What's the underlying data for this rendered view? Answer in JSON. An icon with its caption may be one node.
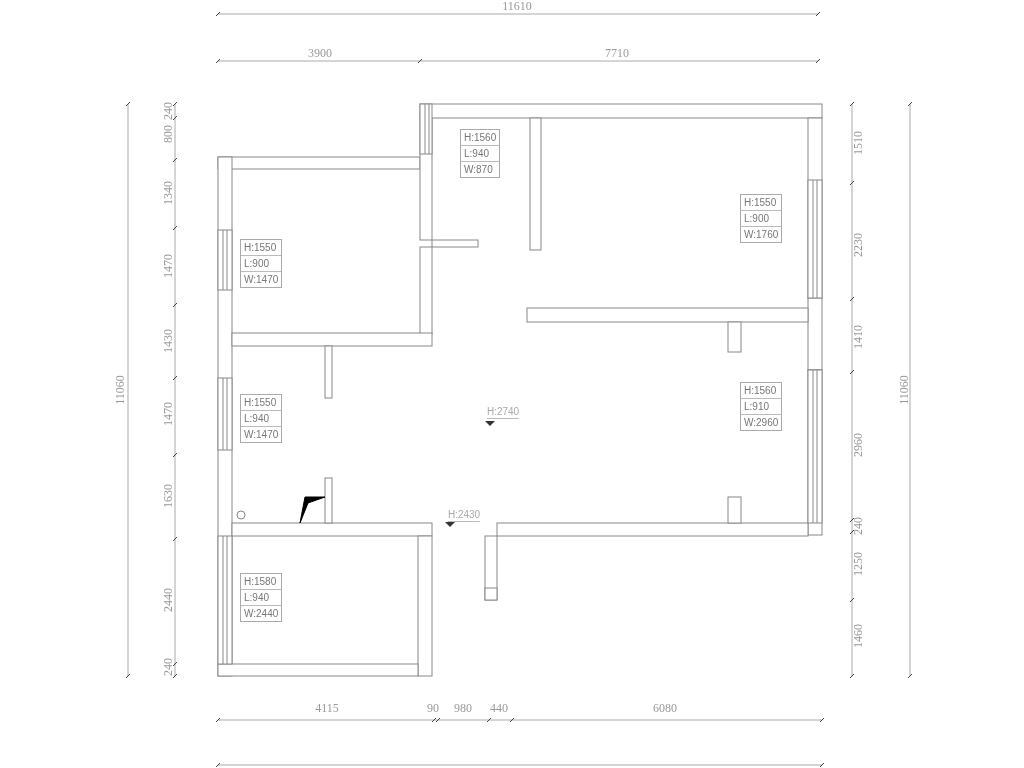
{
  "diagram": {
    "nodes": [
      {
        "text": [
          "H:1560",
          "L:940",
          "W:870"
        ]
      },
      {
        "text": [
          "H:1550",
          "L:900",
          "W:1760"
        ]
      },
      {
        "text": [
          "H:1550",
          "L:900",
          "W:1470"
        ]
      },
      {
        "text": [
          "H:1560",
          "L:910",
          "W:2960"
        ]
      },
      {
        "text": [
          "H:1550",
          "L:940",
          "W:1470"
        ]
      },
      {
        "text": [
          "H:1580",
          "L:940",
          "W:2440"
        ]
      }
    ],
    "labels": [
      "11610",
      "3900",
      "7710",
      "240",
      "800",
      "1340",
      "1470",
      "1430",
      "1470",
      "1630",
      "2440",
      "240",
      "11060",
      "1510",
      "2230",
      "1410",
      "2960",
      "240",
      "1250",
      "1460",
      "11060",
      "H:2740",
      "H:2430",
      "4115",
      "90",
      "980",
      "440",
      "6080"
    ]
  }
}
